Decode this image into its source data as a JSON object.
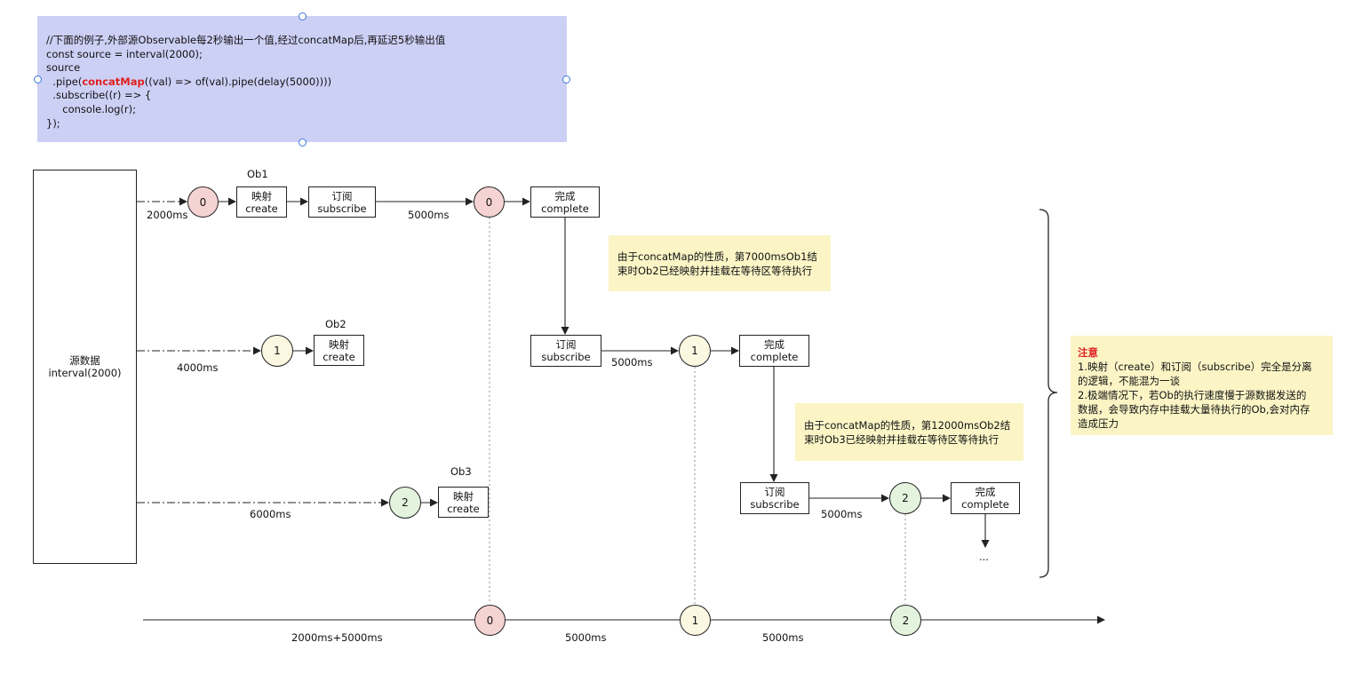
{
  "code_note": {
    "lines": [
      "//下面的例子,外部源Observable每2秒输出一个值,经过concatMap后,再延迟5秒输出值",
      "const source = interval(2000);",
      "source",
      "  .subscribe((r) => {",
      "     console.log(r);",
      "});"
    ],
    "pipe_prefix": "  .pipe(",
    "pipe_keyword": "concatMap",
    "pipe_suffix": "((val) => of(val).pipe(delay(5000))))"
  },
  "source_box": {
    "line1": "源数据",
    "line2": "interval(2000)"
  },
  "ob_labels": {
    "ob1": "Ob1",
    "ob2": "Ob2",
    "ob3": "Ob3"
  },
  "create_box": {
    "line1": "映射",
    "line2": "create"
  },
  "subscribe_box": {
    "line1": "订阅",
    "line2": "subscribe"
  },
  "complete_box": {
    "line1": "完成",
    "line2": "complete"
  },
  "values": {
    "v0": "0",
    "v1": "1",
    "v2": "2"
  },
  "interval_labels": {
    "r1": "2000ms",
    "r2": "4000ms",
    "r3": "6000ms"
  },
  "delay_label": "5000ms",
  "ellipsis": "...",
  "note1": {
    "line1": "由于concatMap的性质，第7000msOb1结",
    "line2": "束时Ob2已经映射并挂载在等待区等待执行"
  },
  "note2": {
    "line1": "由于concatMap的性质，第12000msOb2结",
    "line2": "束时Ob3已经映射并挂载在等待区等待执行"
  },
  "note3": {
    "title": "注意",
    "lines": [
      "1.映射（create）和订阅（subscribe）完全是分离",
      "的逻辑，不能混为一谈",
      "2.极端情况下，若Ob的执行速度慢于源数据发送的",
      "数据，会导致内存中挂载大量待执行的Ob,会对内存",
      "造成压力"
    ]
  },
  "timeline_labels": {
    "t1": "2000ms+5000ms",
    "t2": "5000ms",
    "t3": "5000ms"
  }
}
